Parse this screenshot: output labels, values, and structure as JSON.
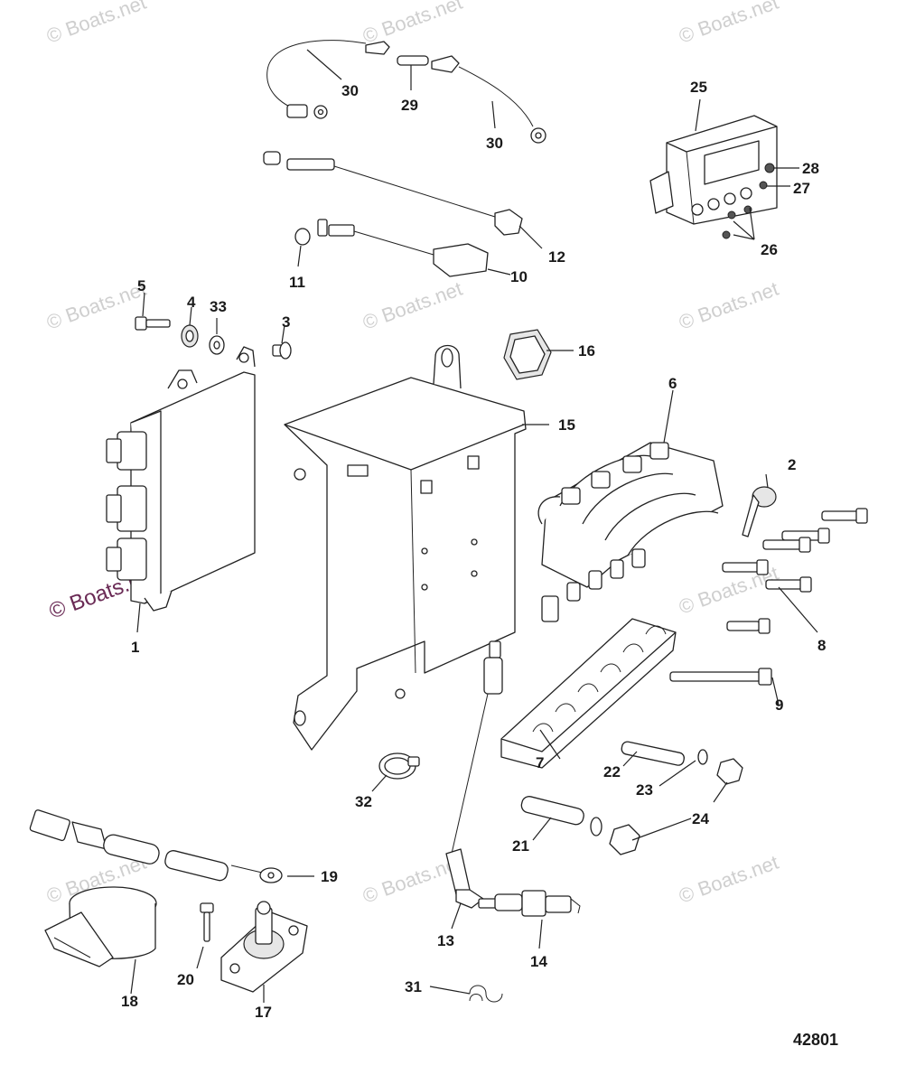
{
  "watermark": "© Boats.net",
  "figure_number": "42801",
  "callouts": [
    "1",
    "2",
    "3",
    "4",
    "5",
    "6",
    "7",
    "8",
    "9",
    "10",
    "11",
    "12",
    "13",
    "14",
    "15",
    "16",
    "17",
    "18",
    "19",
    "20",
    "21",
    "22",
    "23",
    "24",
    "25",
    "26",
    "27",
    "28",
    "29",
    "30",
    "31",
    "32",
    "33"
  ]
}
